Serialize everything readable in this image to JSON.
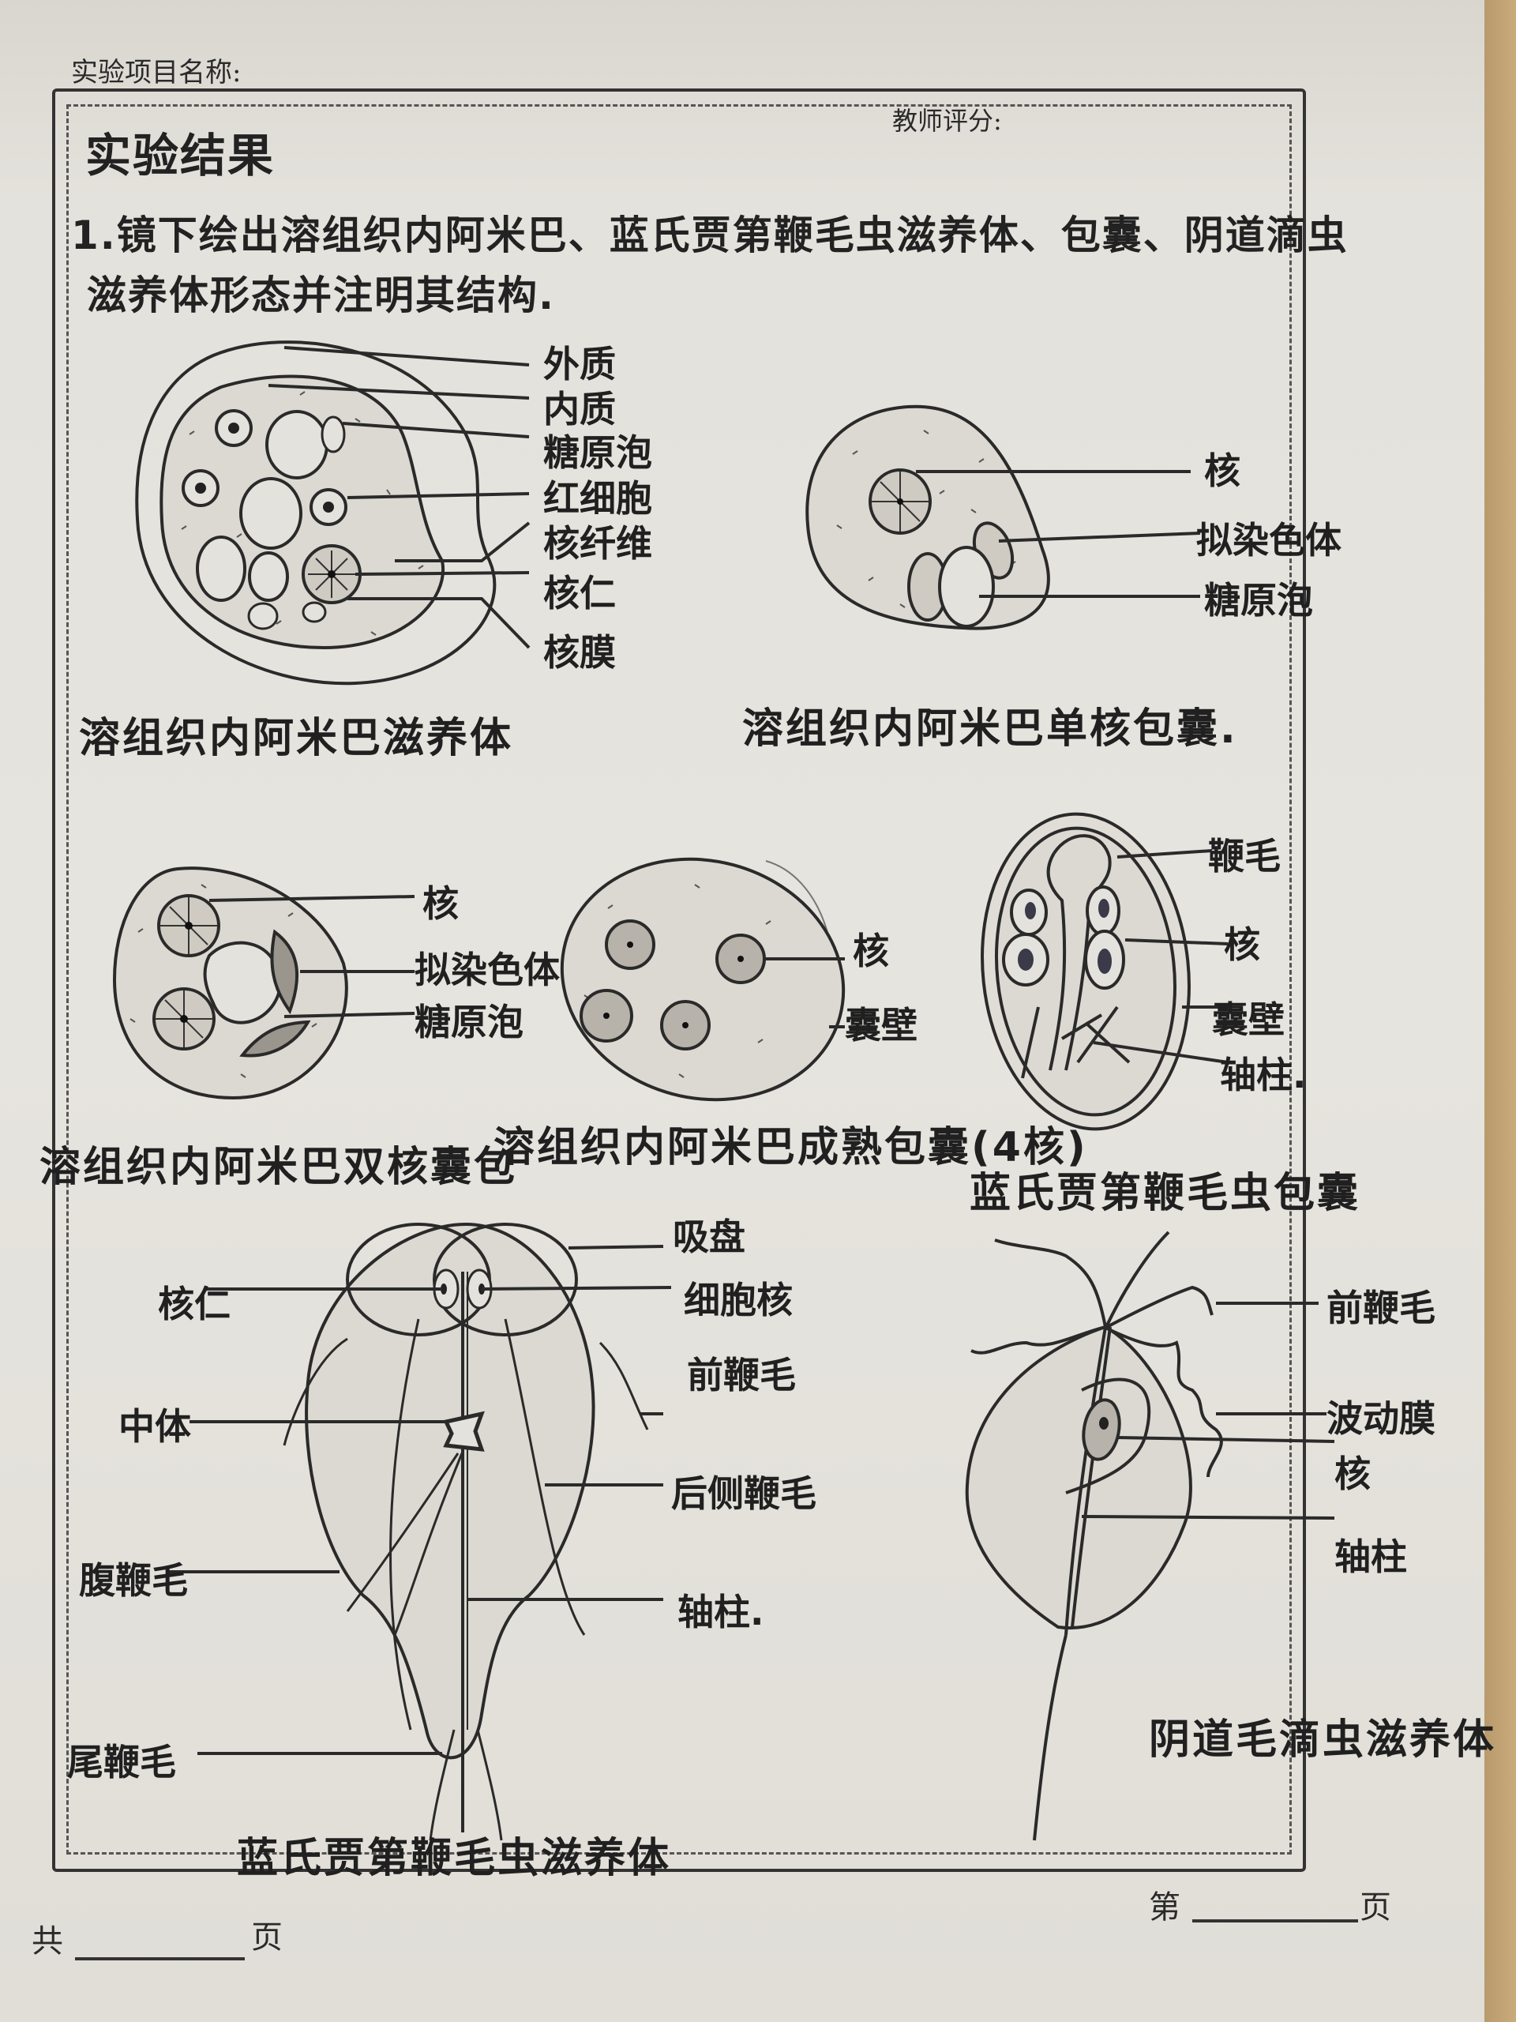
{
  "header": {
    "project_name_label": "实验项目名称:",
    "teacher_score_label": "教师评分:"
  },
  "content": {
    "section_title": "实验结果",
    "instruction_line1": "1.镜下绘出溶组织内阿米巴、蓝氏贾第鞭毛虫滋养体、包囊、阴道滴虫",
    "instruction_line2": "滋养体形态并注明其结构."
  },
  "figures": [
    {
      "id": "eh-trophozoite",
      "caption": "溶组织内阿米巴滋养体",
      "labels": [
        "外质",
        "内质",
        "糖原泡",
        "红细胞",
        "核纤维",
        "核仁",
        "核膜"
      ]
    },
    {
      "id": "eh-uninucleate-cyst",
      "caption": "溶组织内阿米巴单核包囊.",
      "labels": [
        "核",
        "拟染色体",
        "糖原泡"
      ]
    },
    {
      "id": "eh-binucleate-cyst",
      "caption": "溶组织内阿米巴双核囊包",
      "labels": [
        "核",
        "拟染色体",
        "糖原泡"
      ]
    },
    {
      "id": "eh-mature-cyst",
      "caption": "溶组织内阿米巴成熟包囊(4核)",
      "labels": [
        "核",
        "囊壁"
      ]
    },
    {
      "id": "giardia-cyst",
      "caption": "蓝氏贾第鞭毛虫包囊",
      "labels": [
        "鞭毛",
        "核",
        "囊壁",
        "轴柱."
      ]
    },
    {
      "id": "giardia-trophozoite",
      "caption": "蓝氏贾第鞭毛虫滋养体",
      "labels_left": [
        "核仁",
        "中体",
        "腹鞭毛",
        "尾鞭毛"
      ],
      "labels_right": [
        "吸盘",
        "细胞核",
        "前鞭毛",
        "后侧鞭毛",
        "轴柱."
      ]
    },
    {
      "id": "trichomonas-trophozoite",
      "caption": "阴道毛滴虫滋养体",
      "labels": [
        "前鞭毛",
        "波动膜",
        "核",
        "轴柱"
      ]
    }
  ],
  "footer": {
    "total_prefix": "共",
    "total_suffix": "页",
    "page_prefix": "第",
    "page_suffix": "页"
  }
}
